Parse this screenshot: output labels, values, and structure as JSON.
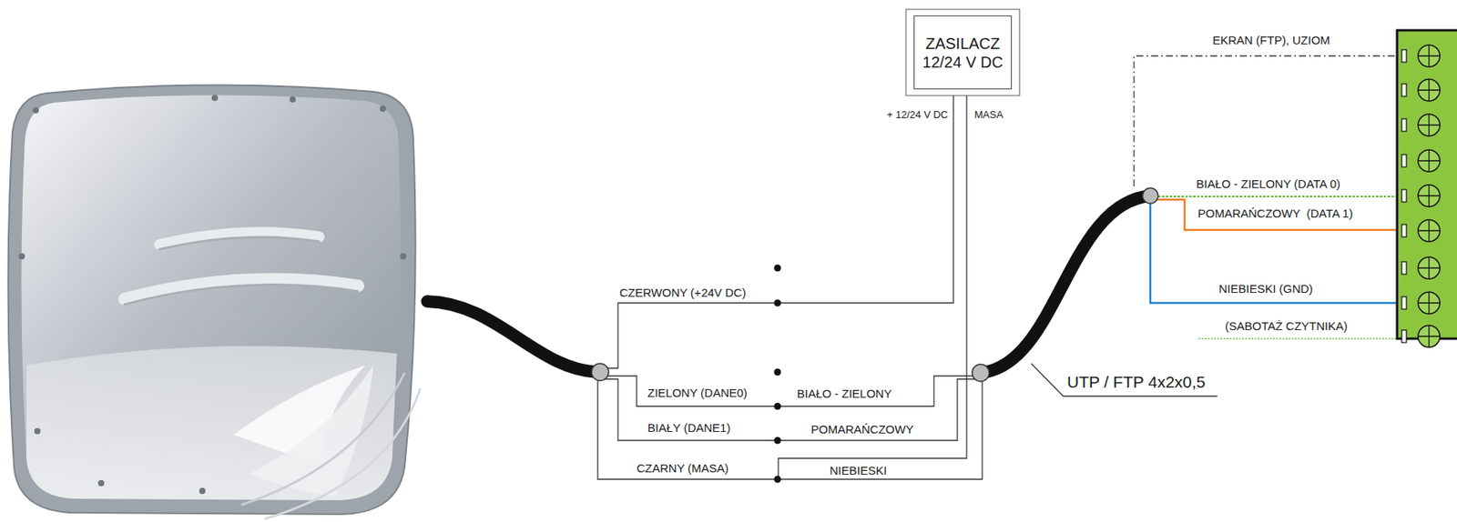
{
  "diagram": {
    "nodes": [
      {
        "text": [
          "ZASILACZ 12/24 V DC"
        ]
      }
    ],
    "labels": [
      "+ 12/24 V DC",
      "MASA",
      "CZERWONY (+24V DC)",
      "ZIELONY (DANE0)",
      "BIAŁO - ZIELONY",
      "BIAŁY (DANE1)",
      "POMARAŃCZOWY",
      "CZARNY (MASA)",
      "NIEBIESKI",
      "UTP / FTP 4x2x0,5",
      "EKRAN (FTP), UZIOM",
      "BIAŁO - ZIELONY (DATA 0)",
      "POMARAŃCZOWY  (DATA 1)",
      "NIEBIESKI (GND)",
      "(SABOTAŻ CZYTNIKA)"
    ]
  }
}
